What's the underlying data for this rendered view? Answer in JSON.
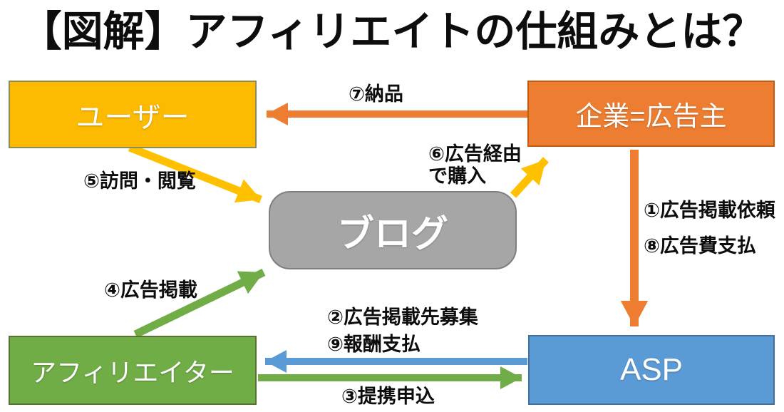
{
  "title": "【図解】アフィリエイトの仕組みとは？",
  "nodes": {
    "user": {
      "label": "ユーザー",
      "color": "#FFC000"
    },
    "advertiser": {
      "label": "企業=広告主",
      "color": "#ED7D31"
    },
    "blog": {
      "label": "ブログ",
      "color": "#A6A6A6"
    },
    "affiliater": {
      "label": "アフィリエイター",
      "color": "#70AD47"
    },
    "asp": {
      "label": "ASP",
      "color": "#5B9BD5"
    }
  },
  "arrows": {
    "step1": {
      "label": "①広告掲載依頼",
      "color": "#ED7D31",
      "from": "advertiser",
      "to": "asp"
    },
    "step2": {
      "label": "②広告掲載先募集",
      "color": "#5B9BD5",
      "from": "asp",
      "to": "affiliater"
    },
    "step3": {
      "label": "③提携申込",
      "color": "#70AD47",
      "from": "affiliater",
      "to": "asp"
    },
    "step4": {
      "label": "④広告掲載",
      "color": "#70AD47",
      "from": "affiliater",
      "to": "blog"
    },
    "step5": {
      "label": "⑤訪問・閲覧",
      "color": "#FFC000",
      "from": "user",
      "to": "blog"
    },
    "step6": {
      "label": "⑥広告経由\nで購入",
      "color": "#FFC000",
      "from": "blog",
      "to": "advertiser"
    },
    "step7": {
      "label": "⑦納品",
      "color": "#ED7D31",
      "from": "advertiser",
      "to": "user"
    },
    "step8": {
      "label": "⑧広告費支払",
      "color": "#ED7D31",
      "from": "advertiser",
      "to": "asp"
    },
    "step9": {
      "label": "⑨報酬支払",
      "color": "#5B9BD5",
      "from": "asp",
      "to": "affiliater"
    }
  }
}
